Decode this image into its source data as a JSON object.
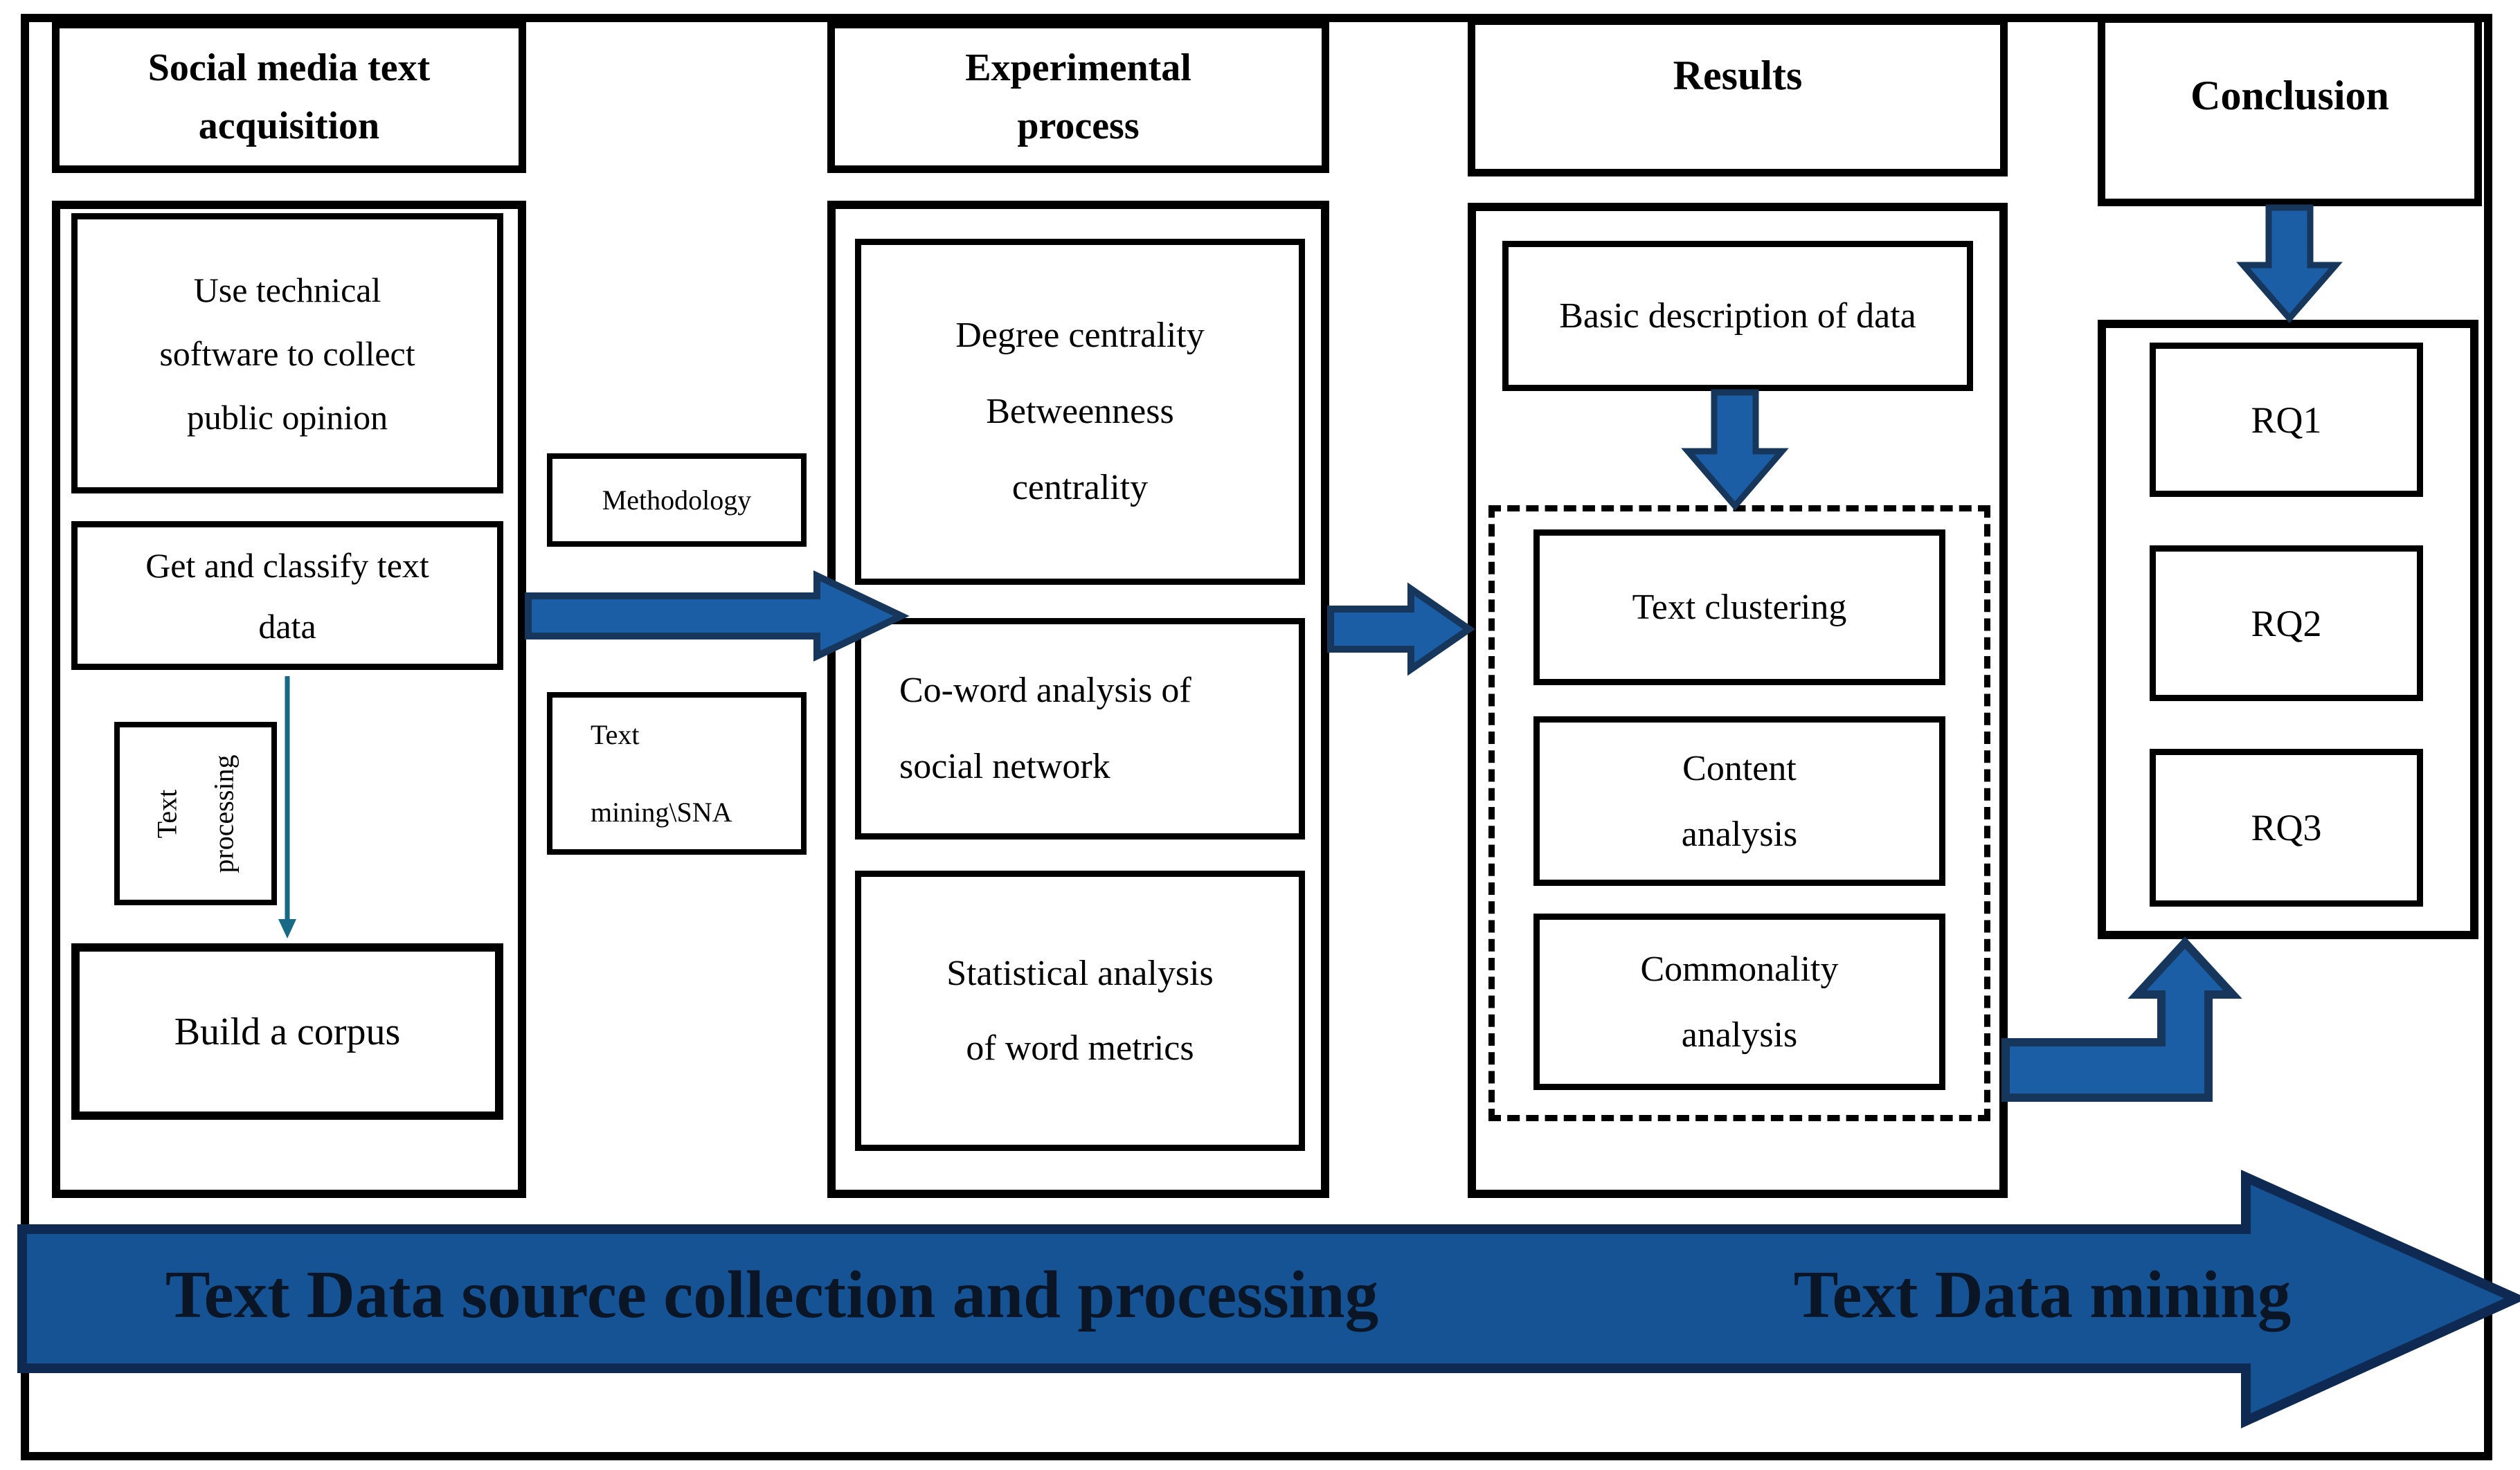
{
  "headers": {
    "acquisition": "Social media text acquisition",
    "experimental": "Experimental process",
    "results": "Results",
    "conclusion": "Conclusion"
  },
  "acquisition_boxes": {
    "collect": "Use technical software to collect public opinion",
    "classify": "Get and classify text data",
    "corpus": "Build a corpus"
  },
  "text_processing_label": "Text processing",
  "connectors": {
    "methodology": "Methodology",
    "mining_line1": "Text",
    "mining_line2": "mining\\SNA"
  },
  "experimental_boxes": {
    "centrality": "Degree centrality Betweenness centrality",
    "coword": "Co-word analysis of social network",
    "statistical": "Statistical analysis of word metrics"
  },
  "results_boxes": {
    "basic": "Basic description of data",
    "clustering": "Text clustering",
    "content": "Content analysis",
    "commonality": "Commonality analysis"
  },
  "conclusion_boxes": {
    "rq1": "RQ1",
    "rq2": "RQ2",
    "rq3": "RQ3"
  },
  "banner": {
    "left": "Text Data source collection and processing",
    "right": "Text Data mining"
  },
  "colors": {
    "arrow_fill": "#1B5EA6",
    "arrow_stroke": "#16365C",
    "banner_fill": "#155394",
    "banner_stroke": "#0F2A52",
    "thin_arrow": "#176986"
  }
}
